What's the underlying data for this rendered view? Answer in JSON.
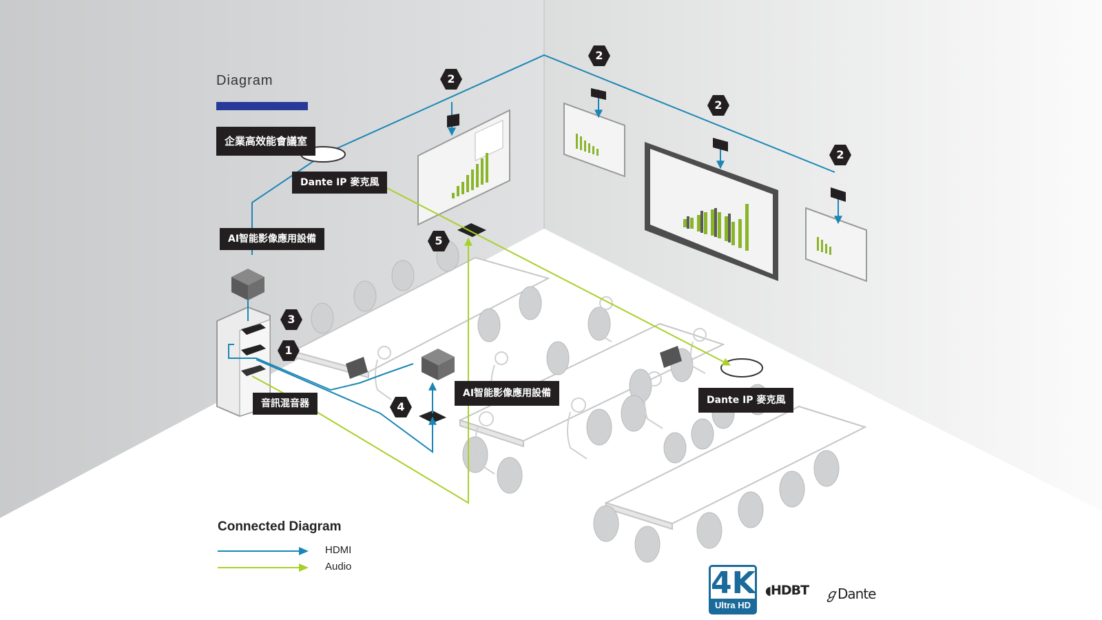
{
  "diagram": {
    "heading": "Diagram",
    "room_title": "企業高效能會議室",
    "labels": {
      "mic_top": "Dante IP 麥克風",
      "ai_top": "AI智能影像應用設備",
      "ai_center": "AI智能影像應用設備",
      "mixer": "音訊混音器",
      "mic_right": "Dante IP 麥克風"
    },
    "markers": [
      "1",
      "2",
      "3",
      "4",
      "5"
    ],
    "legend": {
      "title": "Connected Diagram",
      "items": [
        {
          "label": "HDMI",
          "color": "#1b86b5"
        },
        {
          "label": "Audio",
          "color": "#a8d02a"
        }
      ]
    },
    "logos": {
      "four_k": "4K",
      "four_k_sub": "Ultra HD",
      "hdbaset": "HDBT",
      "dante": "Dante"
    },
    "colors": {
      "accent_bar": "#273a9a",
      "label_bg": "#231f20",
      "hdmi_line": "#1b86b5",
      "audio_line": "#a8d02a"
    }
  }
}
